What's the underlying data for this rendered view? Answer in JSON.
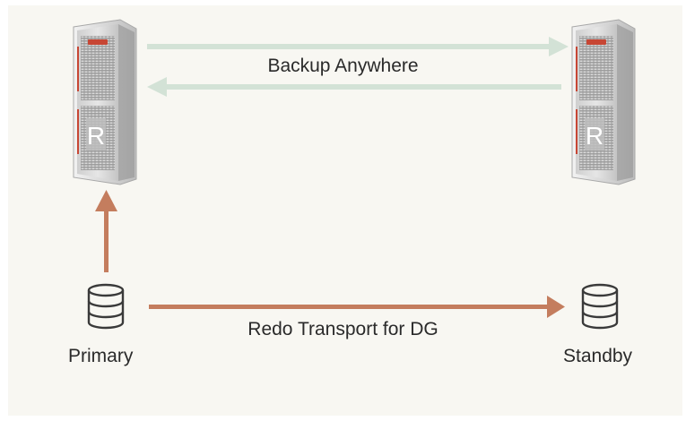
{
  "labels": {
    "backup": "Backup Anywhere",
    "redo": "Redo Transport for DG",
    "primary": "Primary",
    "standby": "Standby"
  },
  "servers": [
    {
      "name": "primary-recovery-appliance",
      "badge": "R"
    },
    {
      "name": "standby-recovery-appliance",
      "badge": "R"
    }
  ],
  "colors": {
    "background": "#f8f7f2",
    "sync_arrow": "#d3e2d6",
    "redo_arrow": "#c47d5e",
    "rack_body": "#dcdcdc",
    "rack_accent": "#c74634",
    "text": "#2a2a2a"
  },
  "icons": [
    "database-icon",
    "server-rack-icon"
  ]
}
